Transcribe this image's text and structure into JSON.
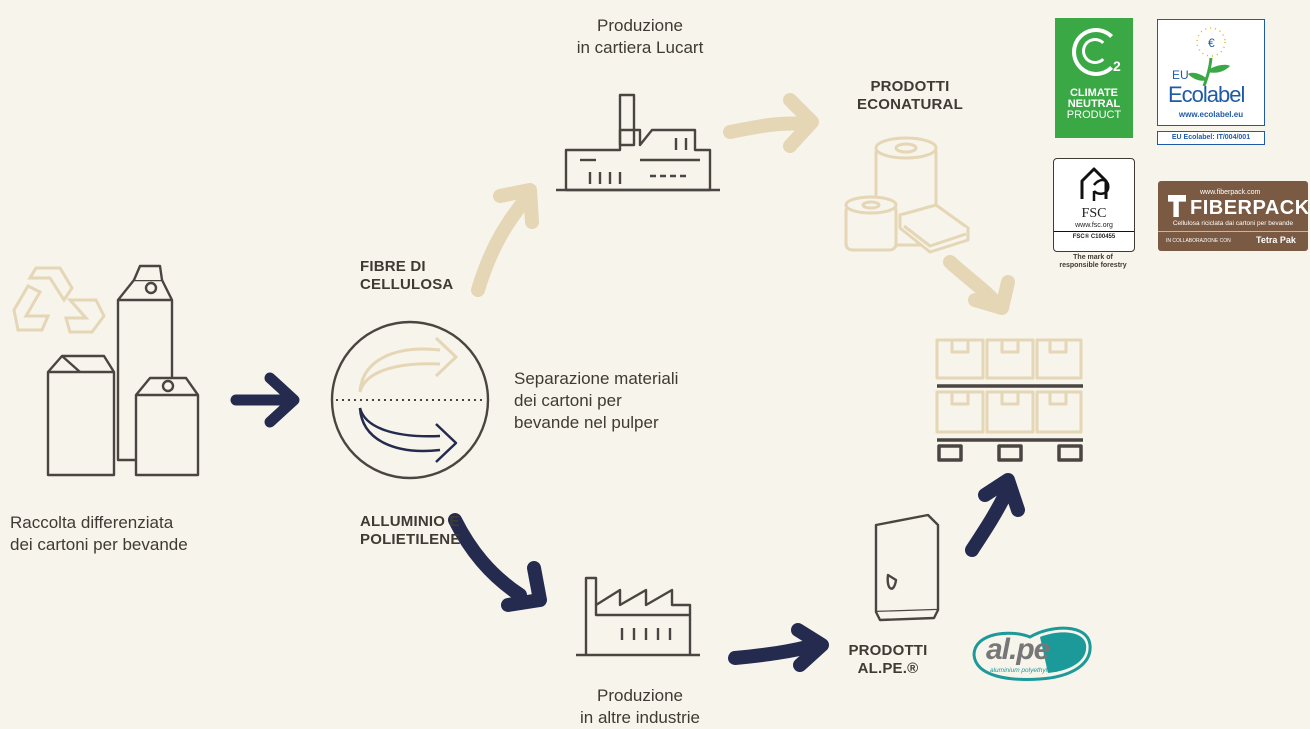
{
  "labels": {
    "collection": [
      "Raccolta differenziata",
      "dei cartoni per bevande"
    ],
    "fibres": [
      "FIBRE DI",
      "CELLULOSA"
    ],
    "aluminium": [
      "ALLUMINIO E",
      "POLIETILENE"
    ],
    "separation": [
      "Separazione materiali",
      "dei cartoni per",
      "bevande nel pulper"
    ],
    "lucart_production": [
      "Produzione",
      "in cartiera Lucart"
    ],
    "other_production": [
      "Produzione",
      "in altre industrie"
    ],
    "econatural": [
      "PRODOTTI",
      "ECONATURAL"
    ],
    "alpe_products": [
      "PRODOTTI",
      "AL.PE.®"
    ]
  },
  "badges": {
    "climate": {
      "symbol": "C",
      "sub": "2",
      "lines": [
        "CLIMATE",
        "NEUTRAL",
        "PRODUCT"
      ]
    },
    "ecolabel": {
      "eu": "EU",
      "name": "Ecolabel",
      "url": "www.ecolabel.eu",
      "code": "EU Ecolabel: IT/004/001"
    },
    "fsc": {
      "name": "FSC",
      "url": "www.fsc.org",
      "code": "FSC® C100455",
      "mark": [
        "The mark of",
        "responsible forestry"
      ]
    },
    "fiberpack": {
      "url": "www.fiberpack.com",
      "name": "FIBERPACK",
      "tagline": "Cellulosa riciclata dai cartoni per bevande",
      "collab": "IN COLLABORAZIONE CON",
      "partner": "Tetra Pak"
    },
    "alpe": {
      "logo": "al.pe",
      "sub": "aluminium polyethylene"
    }
  },
  "colors": {
    "background": "#f7f4ec",
    "beige": "#e5d6b5",
    "navy": "#242b4e",
    "outline": "#3f3a34",
    "climate_green": "#3aa845",
    "ecolabel_blue": "#1f5aa8",
    "fiberpack_brown": "#7a5a43",
    "alpe_teal": "#1c9a9a"
  }
}
